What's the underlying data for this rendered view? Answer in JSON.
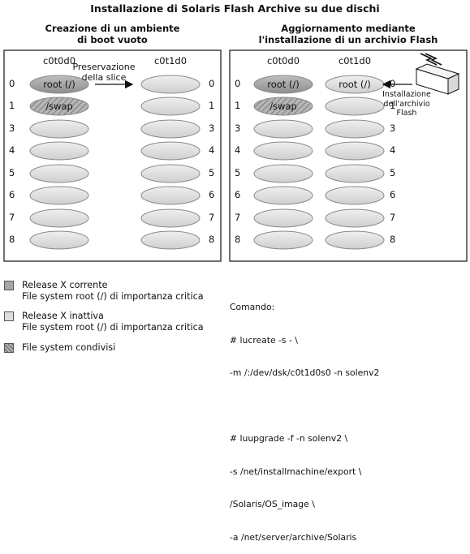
{
  "title": "Installazione di Solaris Flash Archive su due dischi",
  "left_panel": {
    "header_lines": [
      "Creazione di un ambiente",
      "di boot vuoto"
    ],
    "disk_left_label": "c0t0d0",
    "disk_right_label": "c0t1d0",
    "arrow_label_lines": [
      "Preservazione",
      "della slice"
    ],
    "left_slices": [
      "root (/)",
      "/swap",
      "",
      "",
      "",
      "",
      "",
      "",
      ""
    ],
    "slice_numbers": [
      "0",
      "1",
      "3",
      "4",
      "5",
      "6",
      "7",
      "8"
    ]
  },
  "right_panel": {
    "header_lines": [
      "Aggiornamento mediante",
      "l'installazione di un archivio Flash"
    ],
    "disk_left_label": "c0t0d0",
    "disk_right_label": "c0t1d0",
    "left_slices": [
      "root (/)",
      "/swap"
    ],
    "right_slices": [
      "root (/)"
    ],
    "install_label_lines": [
      "Installazione",
      "dell'archivio",
      "Flash"
    ],
    "slice_numbers": [
      "0",
      "1",
      "3",
      "4",
      "5",
      "6",
      "7",
      "8"
    ]
  },
  "legend": {
    "items": [
      {
        "lines": [
          "Release X corrente",
          "File system root (/) di importanza critica"
        ],
        "fill": "#a7a7a7",
        "pattern": "solid"
      },
      {
        "lines": [
          "Release X inattiva",
          "File system root (/) di importanza critica"
        ],
        "fill": "#dedede",
        "pattern": "solid"
      },
      {
        "lines": [
          "File system condivisi"
        ],
        "fill": "#b5b5b5",
        "pattern": "hatch"
      }
    ]
  },
  "commands": {
    "label": "Comando:",
    "lines": [
      "# lucreate -s - \\",
      "-m /:/dev/dsk/c0t1d0s0 -n solenv2",
      "",
      "# luupgrade -f -n solenv2 \\",
      "-s /net/installmachine/export \\",
      "/Solaris/OS_image \\",
      "-a /net/server/archive/Solaris"
    ]
  },
  "colors": {
    "active_slice": "#a7a7a7",
    "inactive_slice": "#dedede",
    "empty_slice": "#e2e2e2",
    "panel_border": "#222222"
  }
}
